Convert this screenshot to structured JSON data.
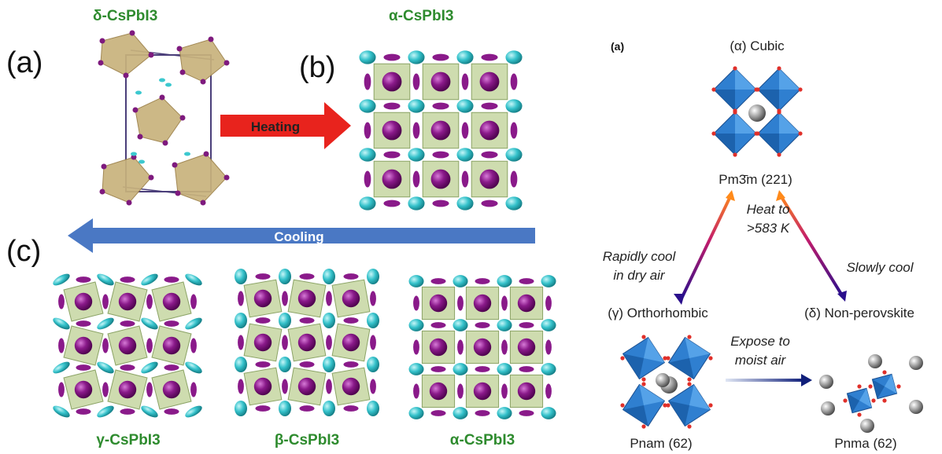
{
  "left_panel": {
    "label_a": "(a)",
    "label_b": "(b)",
    "label_c": "(c)",
    "delta_title": "δ-CsPbI3",
    "alpha_title": "α-CsPbI3",
    "heating_label": "Heating",
    "cooling_label": "Cooling",
    "bottom_labels": [
      "γ-CsPbI3",
      "β-CsPbI3",
      "α-CsPbI3"
    ]
  },
  "right_panel": {
    "panel_label": "(a)",
    "cubic_title": "(α) Cubic",
    "cubic_space_group": "Pm3̄m (221)",
    "heat_line1": "Heat to",
    "heat_line2": ">583 K",
    "rapid_line1": "Rapidly cool",
    "rapid_line2": "in dry air",
    "slow_label": "Slowly cool",
    "ortho_title": "(γ) Orthorhombic",
    "nonperov_title": "(δ) Non-perovskite",
    "expose_line1": "Expose to",
    "expose_line2": "moist air",
    "ortho_space_group": "Pnam (62)",
    "nonperov_space_group": "Pnma (62)"
  },
  "colors": {
    "green_label": "#2e8b2e",
    "heating_arrow": "#e8231d",
    "cooling_arrow": "#4a78c4",
    "octahedron_green": "#c9d9a7",
    "octahedron_blue": "#2f7fd0",
    "iodine_purple": "#8a1a8a",
    "cesium_cyan": "#3cc8cf"
  }
}
